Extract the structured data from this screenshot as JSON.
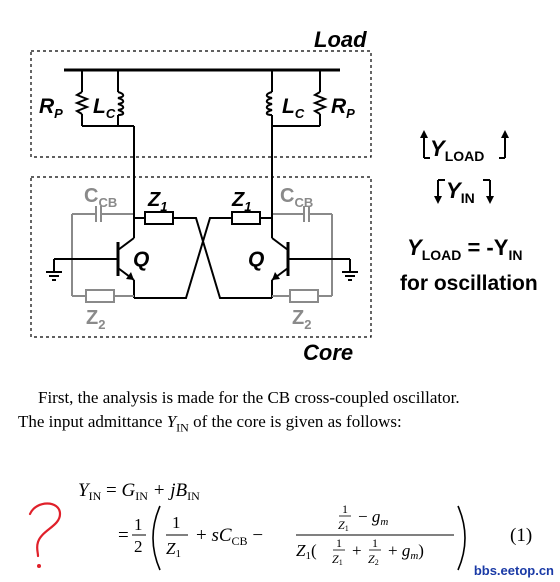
{
  "labels": {
    "load": "Load",
    "core": "Core",
    "rp": "R",
    "rp_sub": "P",
    "lc": "L",
    "lc_sub": "C",
    "ccb": "C",
    "ccb_sub": "CB",
    "z1": "Z",
    "z1_sub": "1",
    "z2": "Z",
    "z2_sub": "2",
    "q": "Q"
  },
  "side": {
    "yload": "Y",
    "yload_sub": "LOAD",
    "yin": "Y",
    "yin_sub": "IN",
    "eq_lhs": "Y",
    "eq_lhs_sub": "LOAD",
    "eq_mid": " = -Y",
    "eq_rhs_sub": "IN",
    "eq_line2": "for oscillation"
  },
  "text": {
    "line1": "First, the analysis is made for the CB cross-coupled oscillator.",
    "line2_a": "The input admittance ",
    "line2_var": "Y",
    "line2_sub": "IN",
    "line2_b": " of the core is given as follows:"
  },
  "equation": {
    "number": "(1)",
    "lhs": "Y",
    "lhs_sub": "IN",
    "g": "G",
    "g_sub": "IN",
    "plus_j": " + j",
    "b": "B",
    "b_sub": "IN"
  },
  "annotation": {
    "mark": "?",
    "color": "#e0202a"
  },
  "watermark": "bbs.eetop.cn"
}
